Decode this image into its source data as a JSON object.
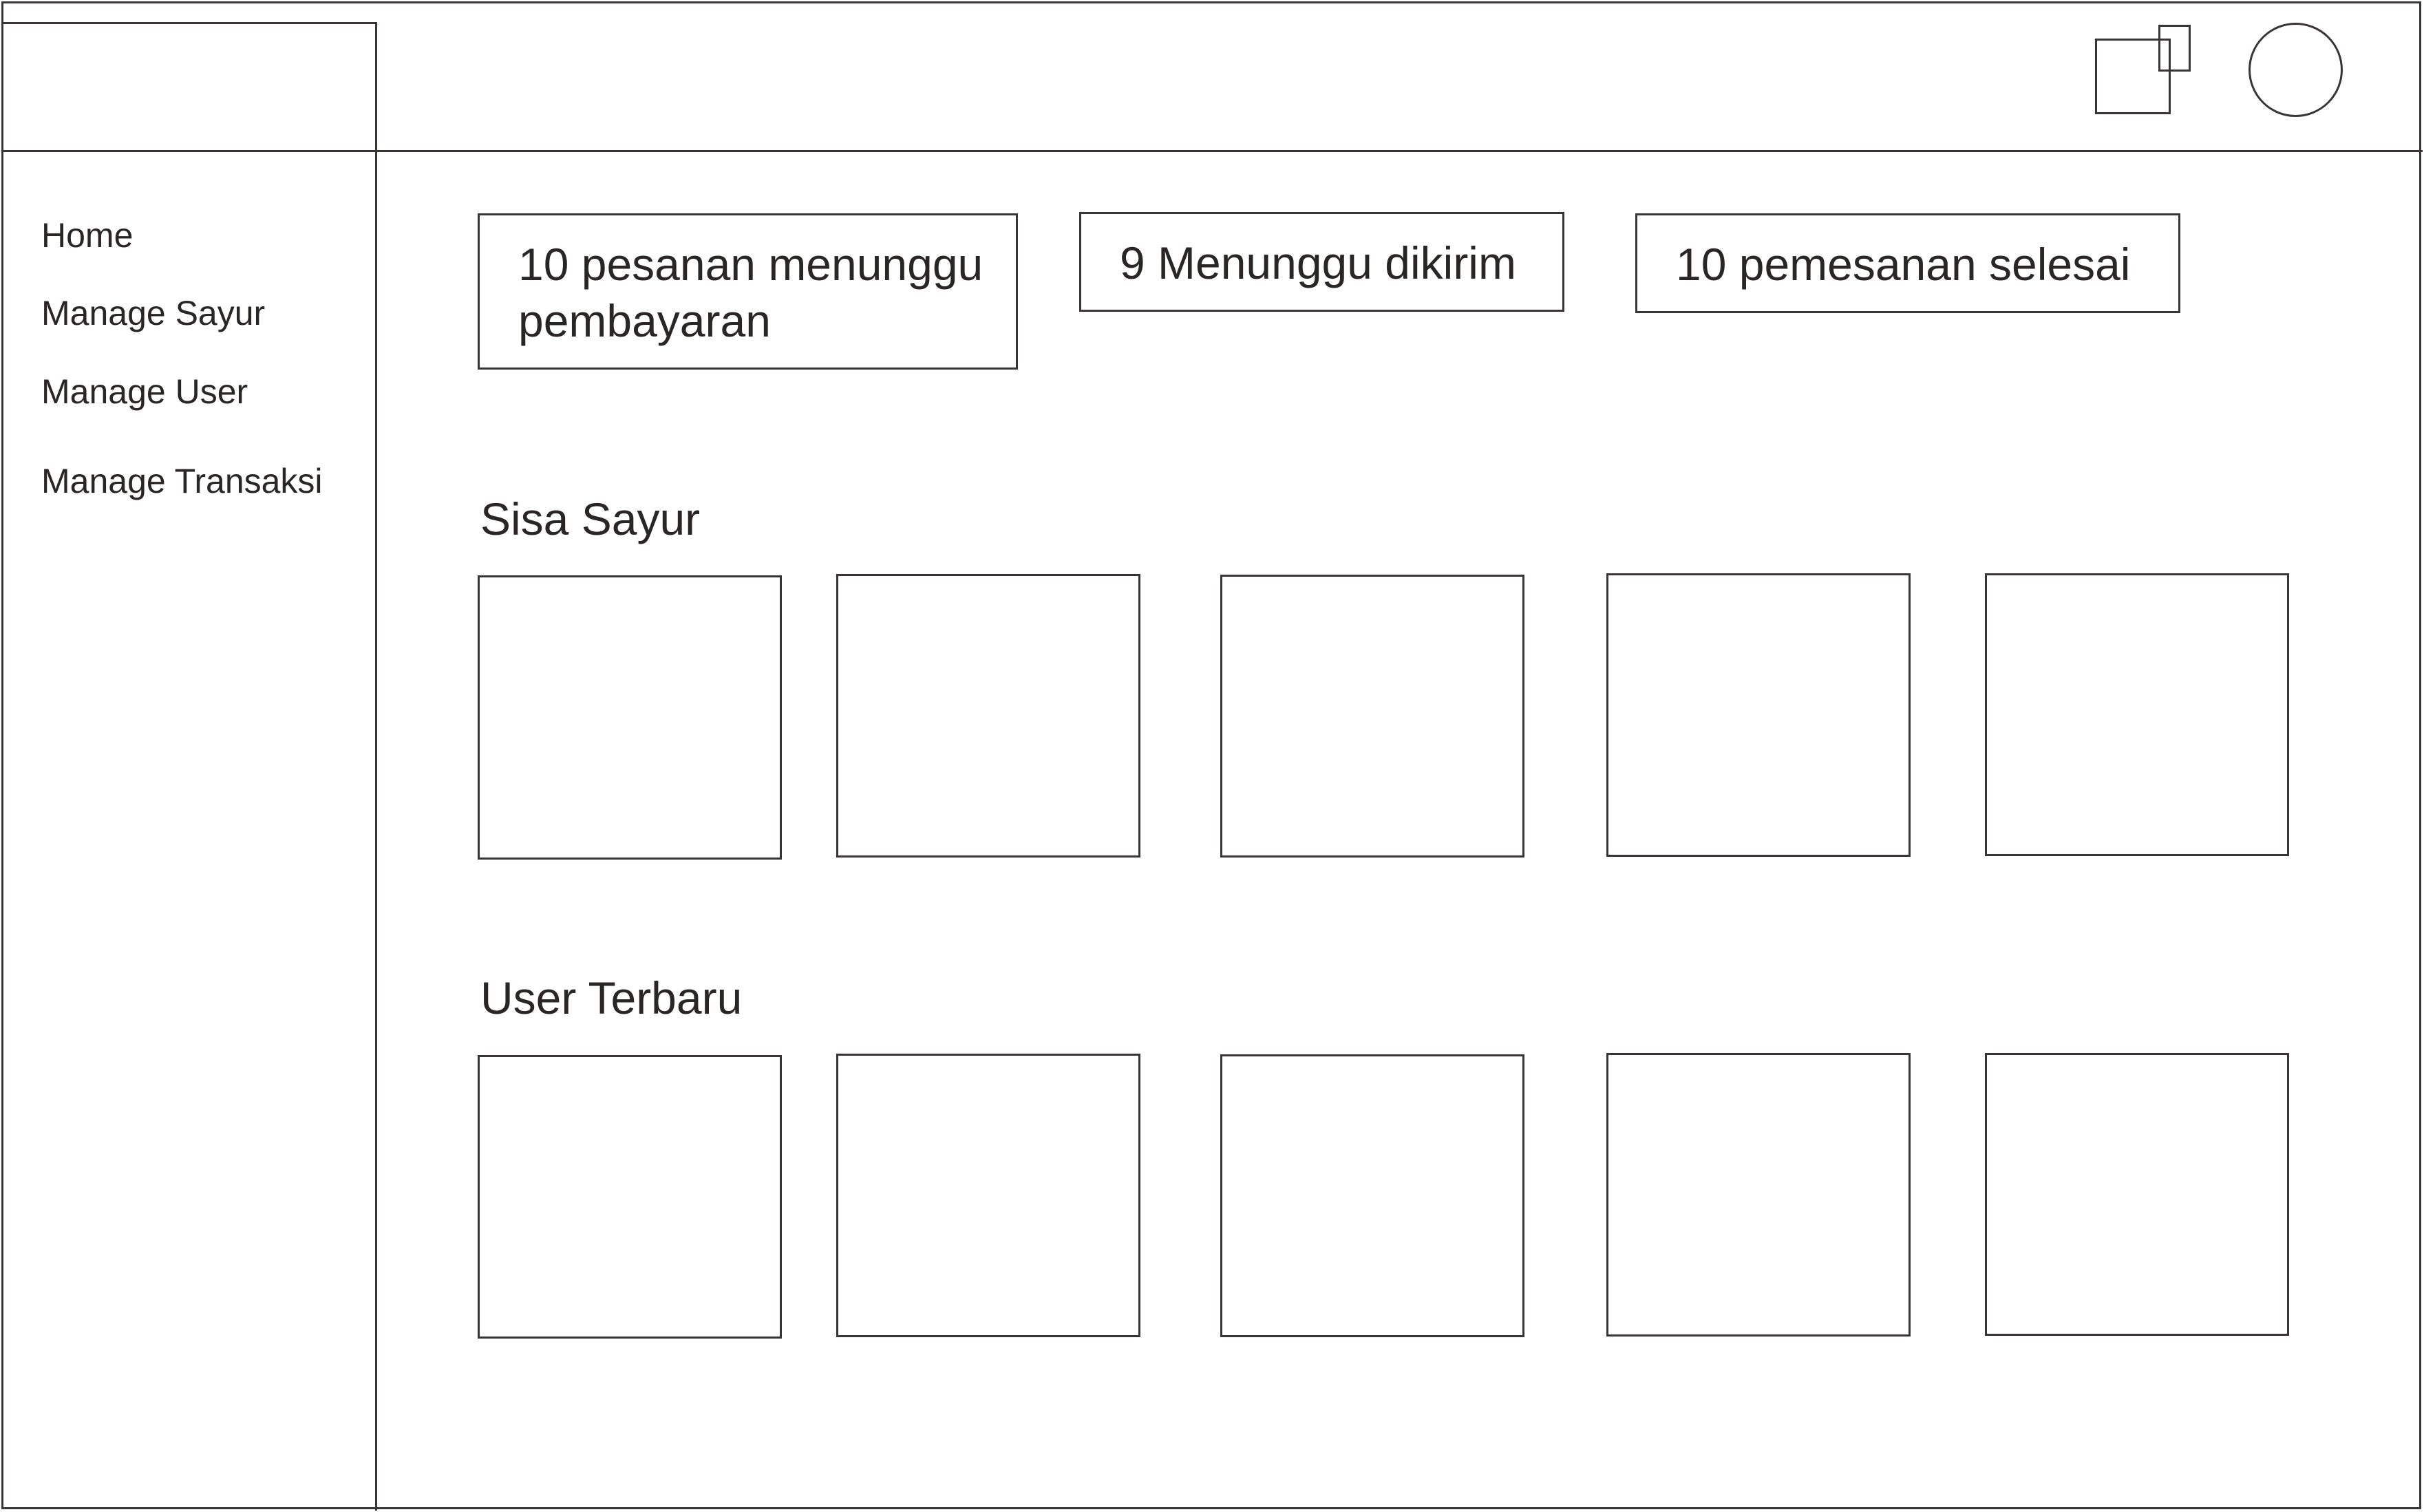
{
  "header": {
    "window_icon": "window-restore-icon",
    "avatar_icon": "user-avatar-icon"
  },
  "sidebar": {
    "items": [
      {
        "label": "Home"
      },
      {
        "label": "Manage Sayur"
      },
      {
        "label": "Manage User"
      },
      {
        "label": "Manage Transaksi"
      }
    ]
  },
  "stats": [
    {
      "line1": "10 pesanan menunggu",
      "line2": "pembayaran"
    },
    {
      "line1": "9 Menunggu dikirim"
    },
    {
      "line1": "10 pemesanan selesai"
    }
  ],
  "sections": {
    "sisa_sayur": {
      "title": "Sisa Sayur"
    },
    "user_terbaru": {
      "title": "User Terbaru"
    }
  },
  "colors": {
    "line": "#3a3535",
    "text": "#2b2626",
    "background": "#ffffff"
  }
}
